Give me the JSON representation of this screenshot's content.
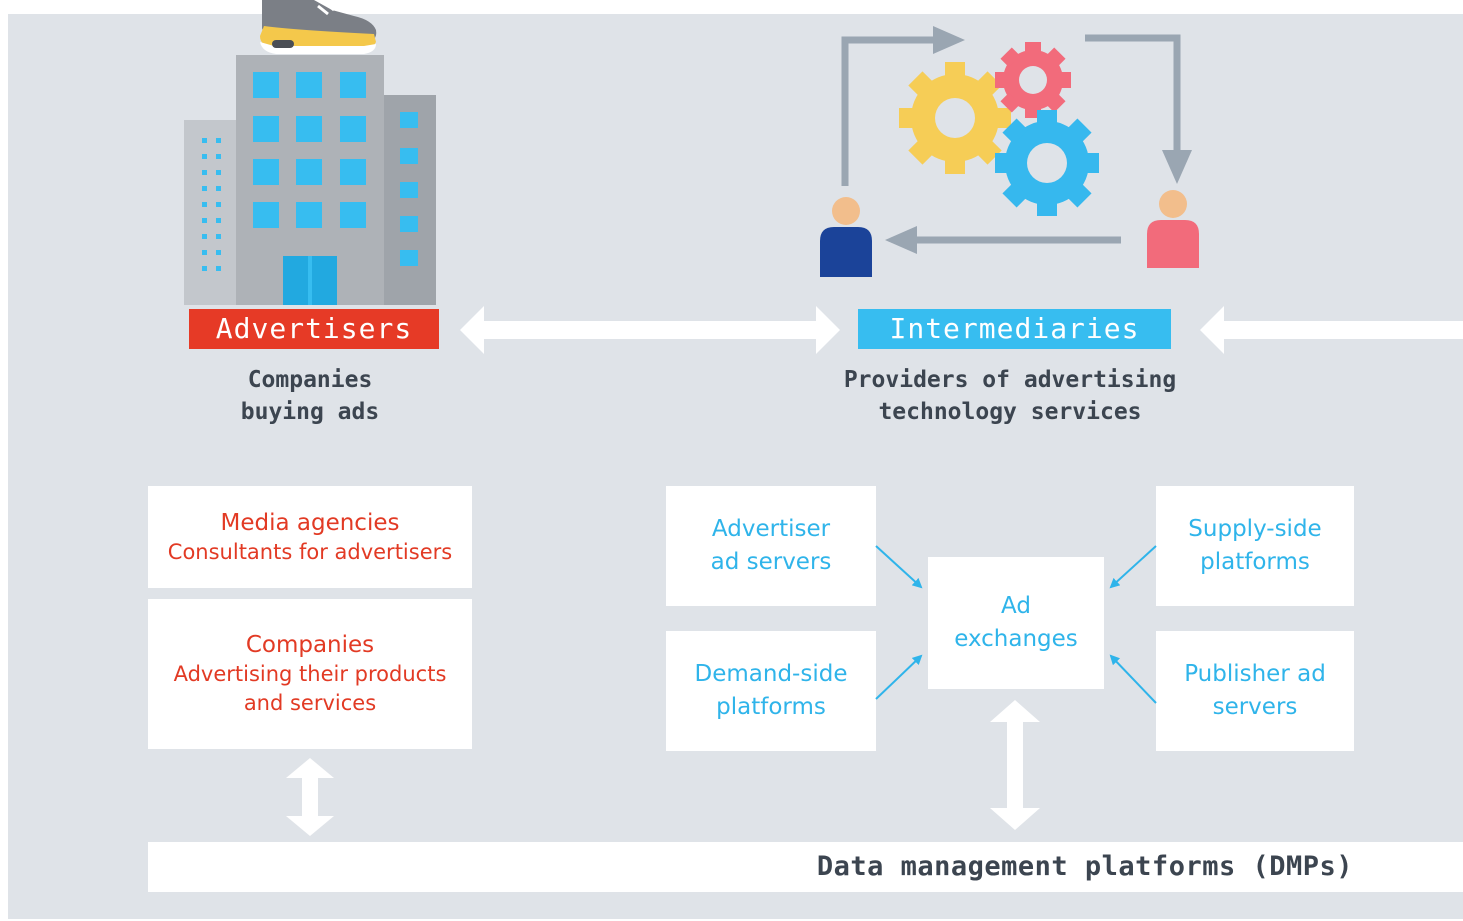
{
  "advertisers": {
    "label": "Advertisers",
    "caption": [
      "Companies",
      "buying ads"
    ]
  },
  "intermediaries": {
    "label": "Intermediaries",
    "caption": [
      "Providers of advertising",
      "technology services"
    ]
  },
  "advertiser_side": {
    "media_agencies": {
      "title": "Media agencies",
      "subtitle": "Consultants for advertisers"
    },
    "companies": {
      "title": "Companies",
      "subtitle": [
        "Advertising their products",
        "and services"
      ]
    }
  },
  "intermediary_side": {
    "advertiser_ad_servers": [
      "Advertiser",
      "ad servers"
    ],
    "demand_side_platforms": [
      "Demand-side",
      "platforms"
    ],
    "ad_exchanges": [
      "Ad",
      "exchanges"
    ],
    "supply_side_platforms": [
      "Supply-side",
      "platforms"
    ],
    "publisher_ad_servers": [
      "Publisher ad",
      "servers"
    ]
  },
  "dmp": {
    "label": "Data management platforms (DMPs)"
  },
  "icons": [
    "building-icon",
    "shoe-icon",
    "gears-icon",
    "person-icon",
    "cycle-arrow-icon"
  ],
  "colors": {
    "background": "#dfe3e8",
    "advertiser_accent": "#e63a26",
    "intermediary_accent": "#37bdf0",
    "text_dark": "#3c4550",
    "arrow_gray": "#9aa6b2"
  }
}
